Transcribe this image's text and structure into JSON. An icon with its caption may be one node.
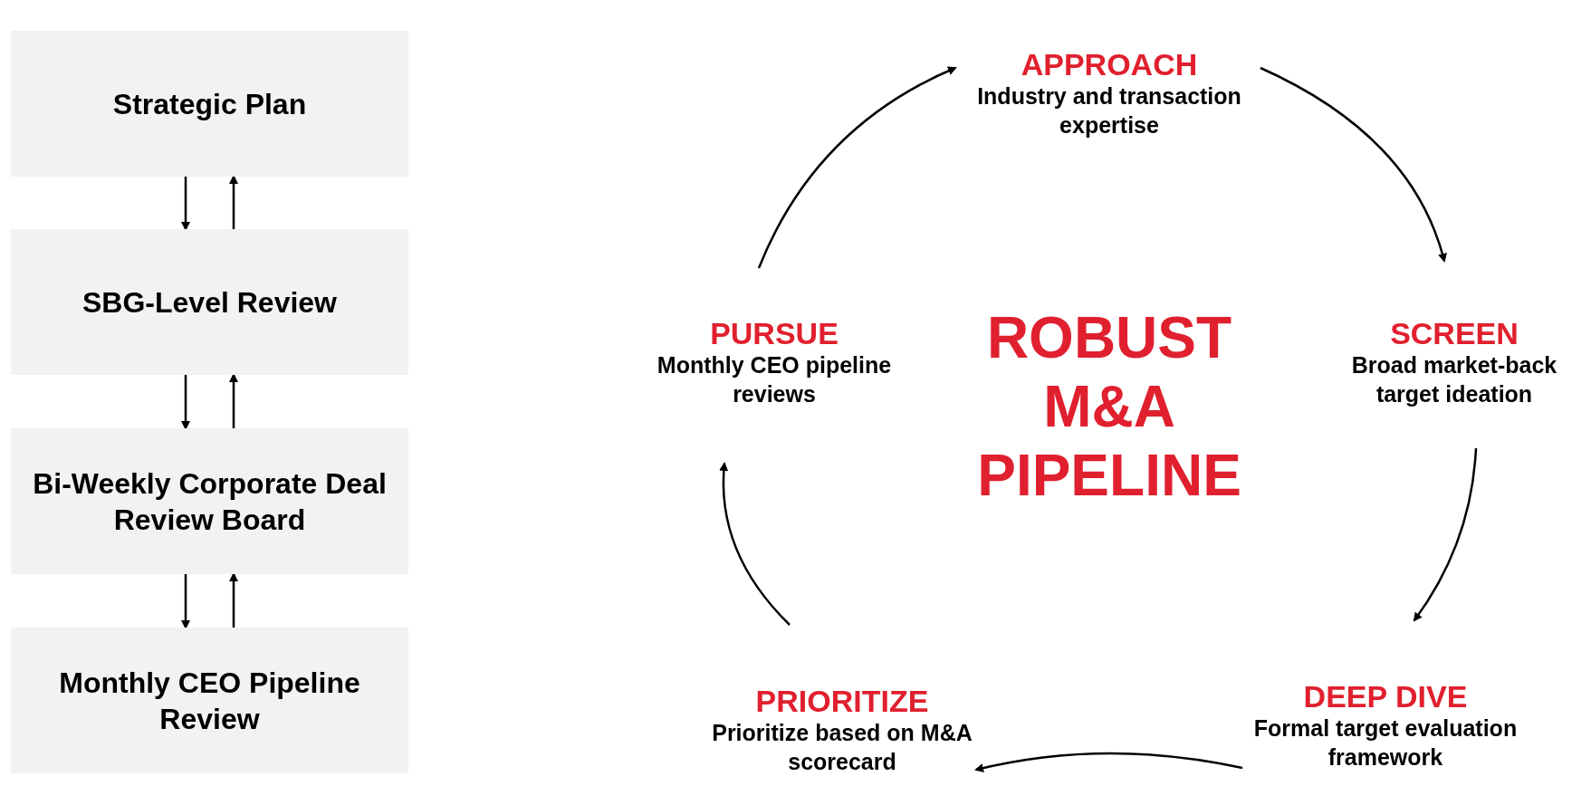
{
  "diagram": {
    "nodes": [
      {
        "text": [
          "Strategic Plan"
        ]
      },
      {
        "text": [
          "SBG-Level Review"
        ]
      },
      {
        "text": [
          "Bi-Weekly Corporate Deal Review Board"
        ]
      },
      {
        "text": [
          "Monthly CEO Pipeline Review"
        ]
      },
      {
        "text": [
          "APPROACH",
          "Industry and transaction expertise"
        ]
      },
      {
        "text": [
          "SCREEN",
          "Broad market-back target ideation"
        ]
      },
      {
        "text": [
          "DEEP DIVE",
          "Formal target evaluation framework"
        ]
      },
      {
        "text": [
          "PRIORITIZE",
          "Prioritize based on M&A scorecard"
        ]
      },
      {
        "text": [
          "PURSUE",
          "Monthly CEO pipeline reviews"
        ]
      }
    ],
    "edges": [
      {
        "from": 0,
        "to": 1,
        "arrow": "to"
      },
      {
        "from": 1,
        "to": 0,
        "arrow": "to"
      },
      {
        "from": 1,
        "to": 2,
        "arrow": "to"
      },
      {
        "from": 2,
        "to": 1,
        "arrow": "to"
      },
      {
        "from": 2,
        "to": 3,
        "arrow": "to"
      },
      {
        "from": 3,
        "to": 2,
        "arrow": "to"
      },
      {
        "from": 4,
        "to": 5,
        "arrow": "to"
      },
      {
        "from": 5,
        "to": 6,
        "arrow": "to"
      },
      {
        "from": 6,
        "to": 7,
        "arrow": "to"
      },
      {
        "from": 7,
        "to": 8,
        "arrow": "to"
      },
      {
        "from": 8,
        "to": 4,
        "arrow": "to"
      }
    ],
    "labels": [
      "ROBUST M&A PIPELINE"
    ]
  }
}
